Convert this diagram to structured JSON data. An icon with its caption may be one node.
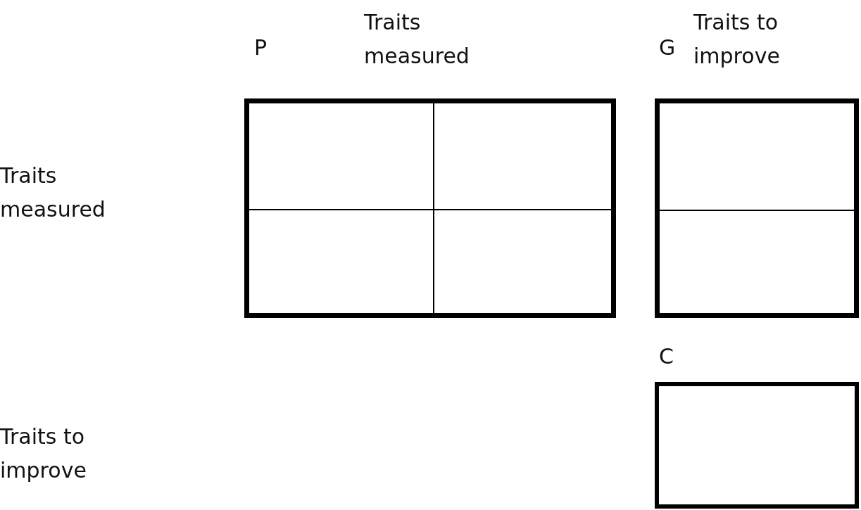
{
  "diagram": {
    "nodes": [
      {
        "text": [
          "P"
        ]
      },
      {
        "text": [],
        "shape": "box",
        "in": 0
      },
      {
        "text": [],
        "shape": "box",
        "in": 0
      },
      {
        "text": [],
        "shape": "box",
        "in": 0
      },
      {
        "text": [],
        "shape": "box",
        "in": 0
      },
      {
        "text": [
          "G"
        ]
      },
      {
        "text": [],
        "shape": "box",
        "in": 5
      },
      {
        "text": [],
        "shape": "box",
        "in": 5
      },
      {
        "text": [
          "C"
        ]
      }
    ],
    "edges": [],
    "labels": [
      "Traits measured",
      "Traits to improve",
      "Traits measured",
      "Traits to improve"
    ]
  }
}
